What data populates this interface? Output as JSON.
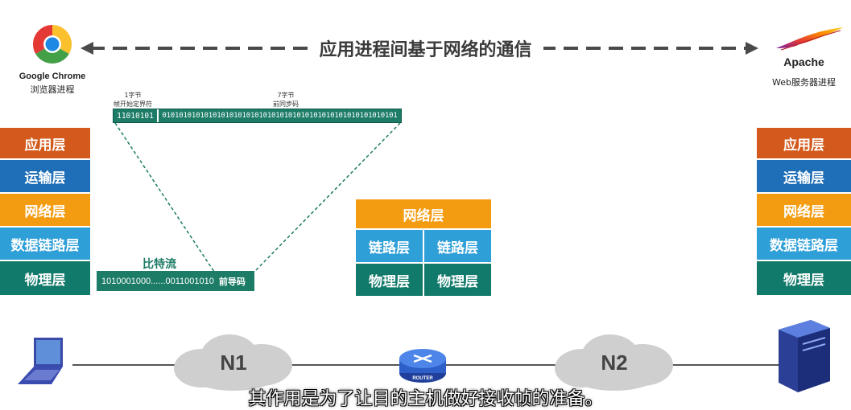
{
  "header": {
    "title": "应用进程间基于网络的通信"
  },
  "left_endpoint": {
    "icon": "chrome-logo-icon",
    "name": "Google Chrome",
    "desc": "浏览器进程"
  },
  "right_endpoint": {
    "icon": "apache-feather-icon",
    "name": "Apache",
    "desc": "Web服务器进程"
  },
  "frame": {
    "sfd_label_line1": "1字节",
    "sfd_label_line2": "帧开始定界符",
    "sfd_bits": "11010101",
    "preamble_label_line1": "7字节",
    "preamble_label_line2": "前同步码",
    "preamble_bits": "01010101010101010101010101010101010101010101010101010101",
    "bitstream_title": "比特流",
    "bitstream_bits": "1010001000......0011001010",
    "bitstream_tag": "前导码"
  },
  "left_stack": [
    "应用层",
    "运输层",
    "网络层",
    "数据链路层",
    "物理层"
  ],
  "right_stack": [
    "应用层",
    "运输层",
    "网络层",
    "数据链路层",
    "物理层"
  ],
  "router_stack": {
    "network": "网络层",
    "link_left": "链路层",
    "link_right": "链路层",
    "phys_left": "物理层",
    "phys_right": "物理层"
  },
  "topology": {
    "cloud1": "N1",
    "cloud2": "N2",
    "router_label": "ROUTER",
    "left_device": "laptop-icon",
    "right_device": "server-icon"
  },
  "caption": "其作用是为了让目的主机做好接收帧的准备。",
  "colors": {
    "application": "#d35a1c",
    "transport": "#1f6fb8",
    "network": "#f39c12",
    "datalink": "#2f9fd8",
    "physical": "#127a6a",
    "frame": "#1c7c66"
  }
}
